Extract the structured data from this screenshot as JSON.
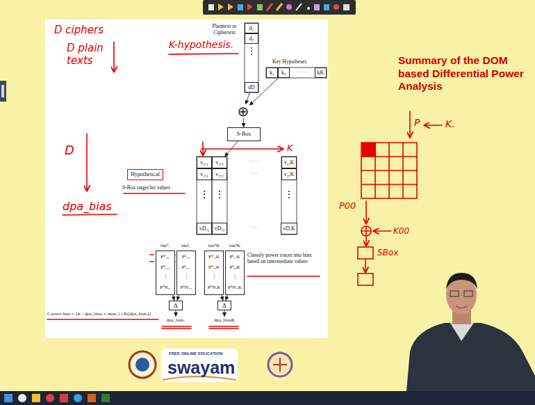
{
  "diagram": {
    "title": "Summary of the DOM based Differential Power Analysis",
    "nodes": [
      {
        "text": [
          "d₁"
        ]
      },
      {
        "text": [
          "d₂"
        ]
      },
      {
        "text": [
          "dD"
        ]
      },
      {
        "text": [
          "k₁"
        ]
      },
      {
        "text": [
          "k₂"
        ]
      },
      {
        "text": [
          "kK"
        ]
      },
      {
        "text": [
          "⊕"
        ]
      },
      {
        "text": [
          "S-Box"
        ]
      },
      {
        "text": [
          "v₁,₁"
        ]
      },
      {
        "text": [
          "v₁,₂"
        ]
      },
      {
        "text": [
          "v₁,K"
        ]
      },
      {
        "text": [
          "v₂,₁"
        ]
      },
      {
        "text": [
          "v₂,₂"
        ]
      },
      {
        "text": [
          "v₂,K"
        ]
      },
      {
        "text": [
          "vD,₁"
        ]
      },
      {
        "text": [
          "vD,₂"
        ]
      },
      {
        "text": [
          "vD,K"
        ]
      },
      {
        "text": [
          "bin⁰₁",
          "P⁰₁,₁",
          "P⁰₂,₁",
          "⋮",
          "P⁰N,₁"
        ]
      },
      {
        "text": [
          "bin¹₁",
          "P¹₁,₁",
          "P¹₂,₁",
          "⋮",
          "P¹N′,₁"
        ]
      },
      {
        "text": [
          "bin⁰K",
          "P⁰₁,K",
          "P⁰₂,K",
          "⋮",
          "P⁰N,K"
        ]
      },
      {
        "text": [
          "bin¹K",
          "P¹₁,K",
          "P¹₂,K",
          "⋮",
          "P¹N′,K"
        ]
      },
      {
        "text": [
          "Δ"
        ]
      },
      {
        "text": [
          "Δ"
        ]
      },
      {
        "text": [
          "Hypothetical"
        ]
      }
    ],
    "edges": [
      {
        "from": 2,
        "to": 6,
        "arrow": "to"
      },
      {
        "from": 4,
        "to": 6,
        "arrow": "to"
      },
      {
        "from": 6,
        "to": 7,
        "arrow": "to"
      },
      {
        "from": 7,
        "to": 9,
        "arrow": "to"
      },
      {
        "from": 17,
        "to": 21,
        "arrow": "to"
      },
      {
        "from": 18,
        "to": 21,
        "arrow": "to"
      },
      {
        "from": 19,
        "to": 22,
        "arrow": "to"
      },
      {
        "from": 20,
        "to": 22,
        "arrow": "to"
      }
    ],
    "labels": [
      "Plaintext or Ciphertext",
      "⋮",
      "Key Hypotheses",
      "· · ·",
      "· · ·",
      "· · ·",
      "⋮",
      "⋮",
      "⋮",
      "· · ·",
      "S-Box target bit values",
      "Classify power traces into bins based on intermediate values",
      "dpa_bias₁",
      "dpa_biasK",
      "Correct key = {kᵢ : dpa_biasᵢ = max₁≤ᵢ≤K(dpa_biasᵢ)}",
      "D ciphers",
      "D plain texts",
      "K-hypothesis.",
      "K",
      "D",
      "dpa_bias",
      "P",
      "K.",
      "P00",
      "K00",
      "SBox",
      "FREE ONLINE EDUCATION",
      "swayam"
    ]
  }
}
